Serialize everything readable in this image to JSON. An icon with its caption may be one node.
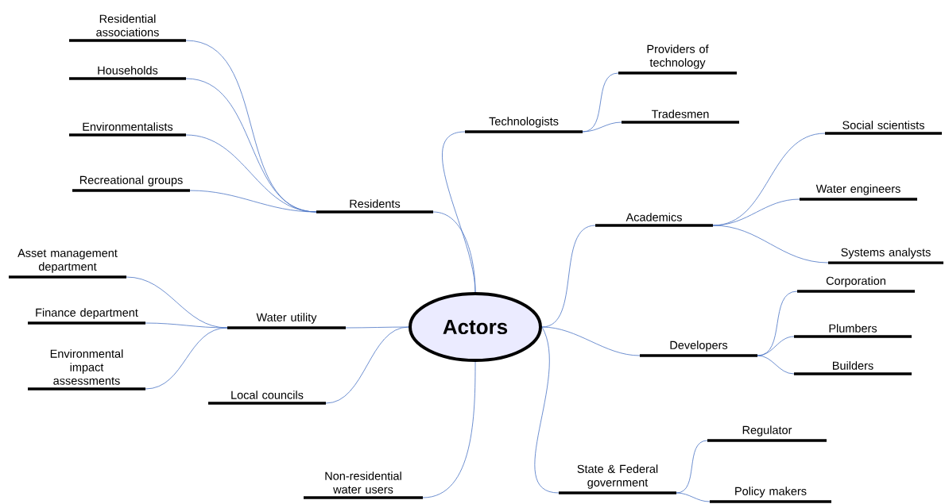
{
  "diagram": {
    "nodes": [
      {
        "text": [
          "Actors"
        ]
      },
      {
        "text": [
          "Residents"
        ]
      },
      {
        "text": [
          "Residential associations"
        ]
      },
      {
        "text": [
          "Households"
        ]
      },
      {
        "text": [
          "Environmentalists"
        ]
      },
      {
        "text": [
          "Recreational groups"
        ]
      },
      {
        "text": [
          "Technologists"
        ]
      },
      {
        "text": [
          "Providers of technology"
        ]
      },
      {
        "text": [
          "Tradesmen"
        ]
      },
      {
        "text": [
          "Academics"
        ]
      },
      {
        "text": [
          "Social scientists"
        ]
      },
      {
        "text": [
          "Water engineers"
        ]
      },
      {
        "text": [
          "Systems analysts"
        ]
      },
      {
        "text": [
          "Water utility"
        ]
      },
      {
        "text": [
          "Asset management department"
        ]
      },
      {
        "text": [
          "Finance department"
        ]
      },
      {
        "text": [
          "Environmental impact assessments"
        ]
      },
      {
        "text": [
          "Local councils"
        ]
      },
      {
        "text": [
          "Developers"
        ]
      },
      {
        "text": [
          "Corporation"
        ]
      },
      {
        "text": [
          "Plumbers"
        ]
      },
      {
        "text": [
          "Builders"
        ]
      },
      {
        "text": [
          "Non-residential water users"
        ]
      },
      {
        "text": [
          "State & Federal government"
        ]
      },
      {
        "text": [
          "Regulator"
        ]
      },
      {
        "text": [
          "Policy makers"
        ]
      }
    ],
    "edges": [
      {
        "from": 0,
        "to": 1,
        "arrow": "none"
      },
      {
        "from": 1,
        "to": 2,
        "arrow": "none"
      },
      {
        "from": 1,
        "to": 3,
        "arrow": "none"
      },
      {
        "from": 1,
        "to": 4,
        "arrow": "none"
      },
      {
        "from": 1,
        "to": 5,
        "arrow": "none"
      },
      {
        "from": 0,
        "to": 6,
        "arrow": "none"
      },
      {
        "from": 6,
        "to": 7,
        "arrow": "none"
      },
      {
        "from": 6,
        "to": 8,
        "arrow": "none"
      },
      {
        "from": 0,
        "to": 9,
        "arrow": "none"
      },
      {
        "from": 9,
        "to": 10,
        "arrow": "none"
      },
      {
        "from": 9,
        "to": 11,
        "arrow": "none"
      },
      {
        "from": 9,
        "to": 12,
        "arrow": "none"
      },
      {
        "from": 0,
        "to": 13,
        "arrow": "none"
      },
      {
        "from": 13,
        "to": 14,
        "arrow": "none"
      },
      {
        "from": 13,
        "to": 15,
        "arrow": "none"
      },
      {
        "from": 13,
        "to": 16,
        "arrow": "none"
      },
      {
        "from": 0,
        "to": 17,
        "arrow": "none"
      },
      {
        "from": 0,
        "to": 18,
        "arrow": "none"
      },
      {
        "from": 18,
        "to": 19,
        "arrow": "none"
      },
      {
        "from": 18,
        "to": 20,
        "arrow": "none"
      },
      {
        "from": 18,
        "to": 21,
        "arrow": "none"
      },
      {
        "from": 0,
        "to": 22,
        "arrow": "none"
      },
      {
        "from": 0,
        "to": 23,
        "arrow": "none"
      },
      {
        "from": 23,
        "to": 24,
        "arrow": "none"
      },
      {
        "from": 23,
        "to": 25,
        "arrow": "none"
      }
    ]
  }
}
